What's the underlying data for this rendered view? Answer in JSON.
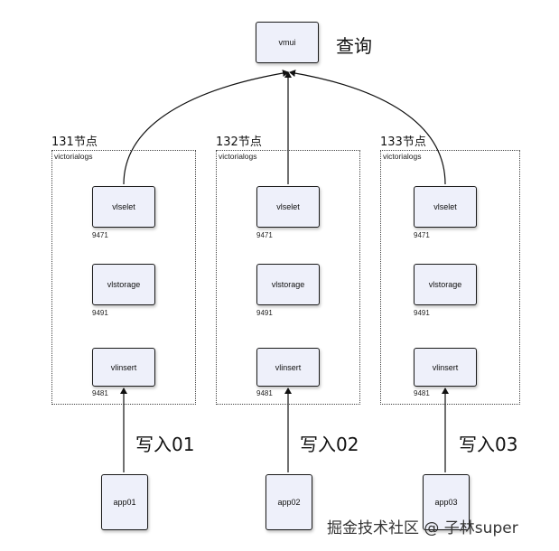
{
  "top": {
    "vmui_label": "vmui",
    "query_label": "查询"
  },
  "nodes": [
    {
      "title": "131节点",
      "group_label": "victorialogs",
      "vlselect": {
        "label": "vlselet",
        "port": "9471"
      },
      "vlstorage": {
        "label": "vlstorage",
        "port": "9491"
      },
      "vlinsert": {
        "label": "vlinsert",
        "port": "9481"
      },
      "write_label": "写入01",
      "app_label": "app01"
    },
    {
      "title": "132节点",
      "group_label": "victorialogs",
      "vlselect": {
        "label": "vlselet",
        "port": "9471"
      },
      "vlstorage": {
        "label": "vlstorage",
        "port": "9491"
      },
      "vlinsert": {
        "label": "vlinsert",
        "port": "9481"
      },
      "write_label": "写入02",
      "app_label": "app02"
    },
    {
      "title": "133节点",
      "group_label": "victorialogs",
      "vlselect": {
        "label": "vlselet",
        "port": "9471"
      },
      "vlstorage": {
        "label": "vlstorage",
        "port": "9491"
      },
      "vlinsert": {
        "label": "vlinsert",
        "port": "9481"
      },
      "write_label": "写入03",
      "app_label": "app03"
    }
  ],
  "footer": {
    "watermark": "掘金技术社区 @ 子林super"
  }
}
